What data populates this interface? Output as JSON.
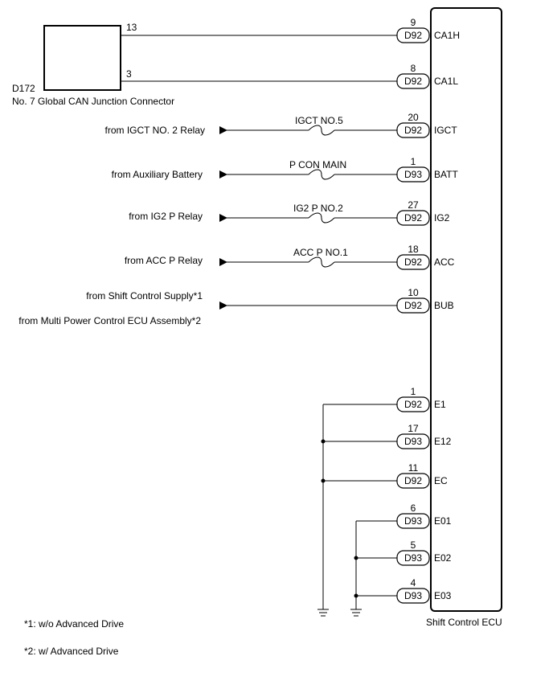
{
  "junction": {
    "code": "D172",
    "name": "No. 7 Global CAN Junction Connector",
    "pin_ca1h": "13",
    "pin_ca1l": "3"
  },
  "ecu": {
    "name": "Shift Control ECU"
  },
  "terminals": [
    {
      "pin": "9",
      "connector": "D92",
      "name": "CA1H"
    },
    {
      "pin": "8",
      "connector": "D92",
      "name": "CA1L"
    },
    {
      "pin": "20",
      "connector": "D92",
      "name": "IGCT",
      "source": "from IGCT NO. 2 Relay",
      "fuse": "IGCT NO.5"
    },
    {
      "pin": "1",
      "connector": "D93",
      "name": "BATT",
      "source": "from Auxiliary Battery",
      "fuse": "P CON MAIN"
    },
    {
      "pin": "27",
      "connector": "D92",
      "name": "IG2",
      "source": "from IG2 P Relay",
      "fuse": "IG2 P NO.2"
    },
    {
      "pin": "18",
      "connector": "D92",
      "name": "ACC",
      "source": "from ACC P Relay",
      "fuse": "ACC P NO.1"
    },
    {
      "pin": "10",
      "connector": "D92",
      "name": "BUB",
      "source": "from Shift Control Supply*1",
      "source2": "from Multi Power Control ECU Assembly*2"
    },
    {
      "pin": "1",
      "connector": "D92",
      "name": "E1"
    },
    {
      "pin": "17",
      "connector": "D93",
      "name": "E12"
    },
    {
      "pin": "11",
      "connector": "D92",
      "name": "EC"
    },
    {
      "pin": "6",
      "connector": "D93",
      "name": "E01"
    },
    {
      "pin": "5",
      "connector": "D93",
      "name": "E02"
    },
    {
      "pin": "4",
      "connector": "D93",
      "name": "E03"
    }
  ],
  "notes": {
    "note1": "*1: w/o Advanced Drive",
    "note2": "*2: w/ Advanced Drive"
  }
}
